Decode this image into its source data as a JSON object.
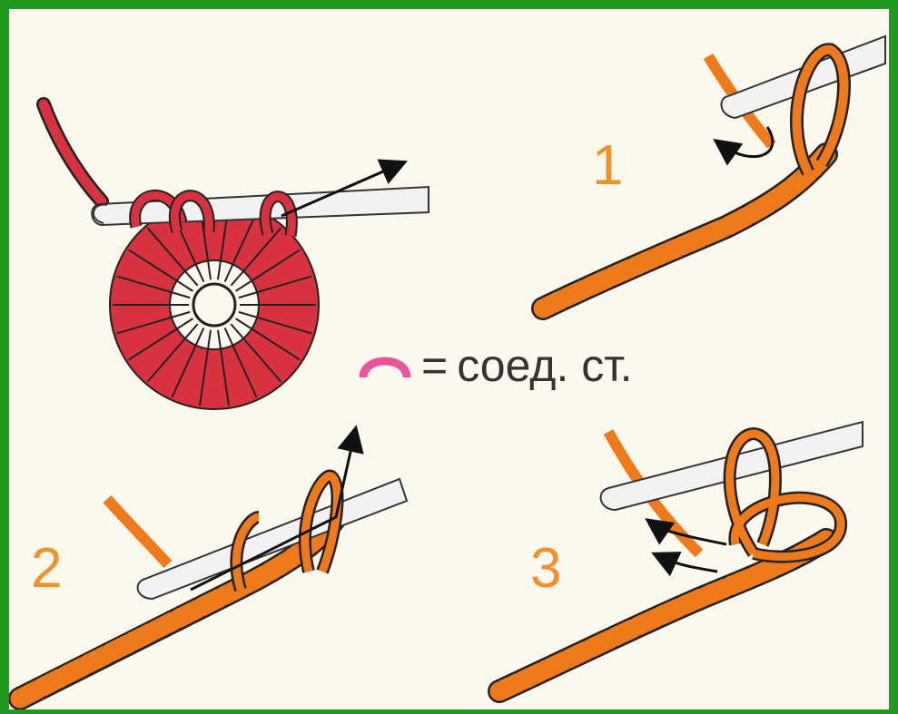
{
  "colors": {
    "background": "#fbf8ee",
    "frame": "#1f9a1f",
    "yarn_red": "#d8323e",
    "yarn_orange": "#ee7a1c",
    "hook": "#f2f2f2",
    "step_number": "#f2902a",
    "legend_symbol": "#e8559c"
  },
  "legend": {
    "symbol_icon": "slip-stitch-arc-icon",
    "equals": "=",
    "label": "соед. ст."
  },
  "steps": [
    {
      "number": "1"
    },
    {
      "number": "2"
    },
    {
      "number": "3"
    }
  ]
}
